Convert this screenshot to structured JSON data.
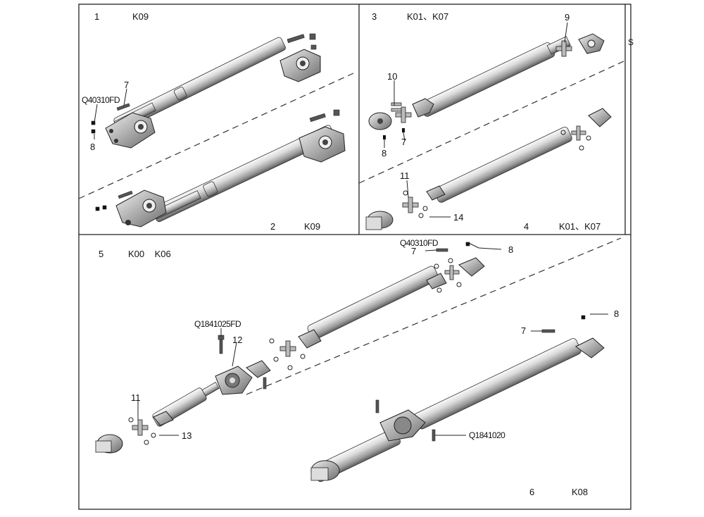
{
  "panels": [
    {
      "number": "1",
      "model": "K09"
    },
    {
      "number": "2",
      "model": "K09"
    },
    {
      "number": "3",
      "model": "K01、K07"
    },
    {
      "number": "4",
      "model": "K01、K07"
    },
    {
      "number": "5",
      "model": "K00    K06"
    },
    {
      "number": "6",
      "model": "K08"
    }
  ],
  "callouts": {
    "p1_7": "7",
    "p1_8": "8",
    "p3_9": "9",
    "p3_10": "10",
    "p3_7": "7",
    "p3_8": "8",
    "p4_11": "11",
    "p4_14": "14",
    "p5_7": "7",
    "p5_8": "8",
    "p5_12": "12",
    "p5_11": "11",
    "p5_13": "13",
    "p6_7": "7",
    "p6_8": "8"
  },
  "part_codes": {
    "p1_bolt": "Q40310FD",
    "p5_bolt_top": "Q40310FD",
    "p5_bearing_bolt": "Q1841025FD",
    "p6_bearing_bolt": "Q1841020"
  },
  "edge_fragment": "S"
}
